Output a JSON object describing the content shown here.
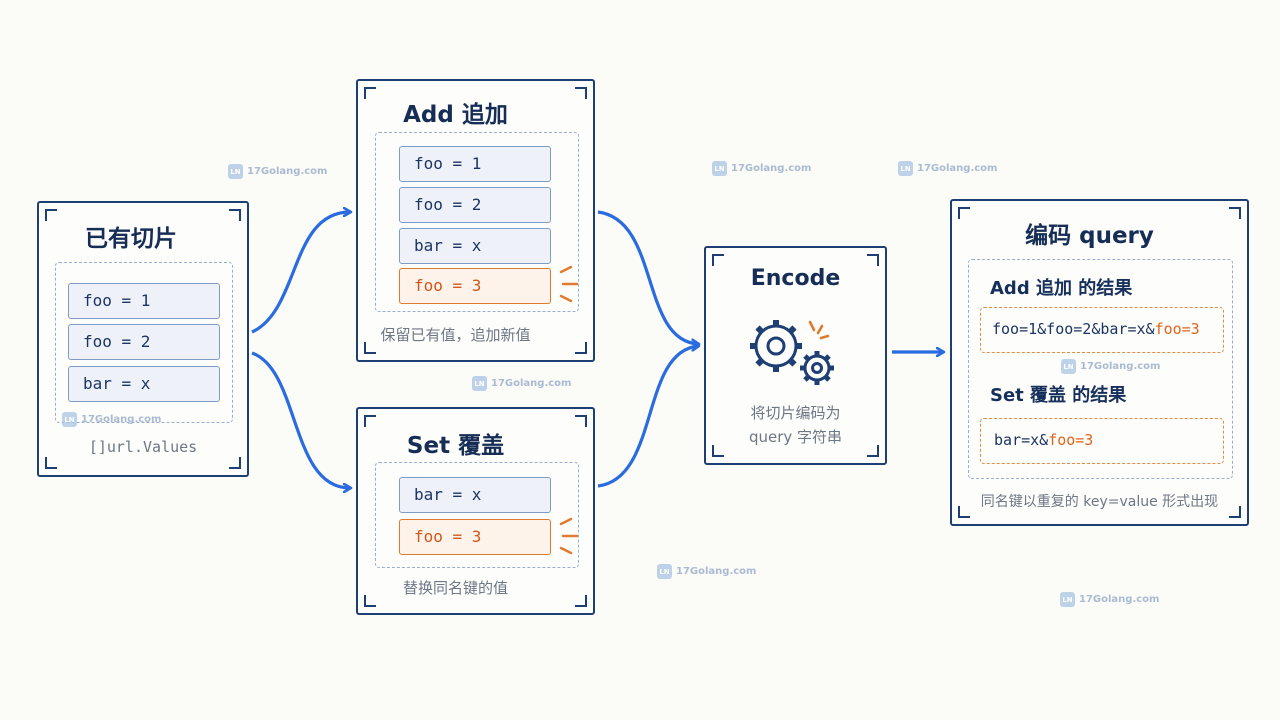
{
  "existing": {
    "title": "已有切片",
    "items": [
      "foo = 1",
      "foo = 2",
      "bar = x"
    ],
    "caption": "[]url.Values"
  },
  "add": {
    "title": "Add 追加",
    "items": [
      "foo = 1",
      "foo = 2",
      "bar = x",
      "foo = 3"
    ],
    "caption": "保留已有值，追加新值"
  },
  "set": {
    "title": "Set 覆盖",
    "items": [
      "bar = x",
      "foo = 3"
    ],
    "caption": "替换同名键的值"
  },
  "encode": {
    "title": "Encode",
    "caption_line1": "将切片编码为",
    "caption_line2": "query 字符串",
    "icon": "gears-icon"
  },
  "query": {
    "title": "编码 query",
    "add_heading": "Add 追加 的结果",
    "add_result_prefix": "foo=1&foo=2&bar=x&",
    "add_result_new": "foo=3",
    "set_heading": "Set 覆盖 的结果",
    "set_result_prefix": "bar=x&",
    "set_result_new": "foo=3",
    "caption": "同名键以重复的 key=value 形式出现"
  },
  "watermark": {
    "text": "17Golang.com",
    "logo": "LN"
  },
  "colors": {
    "navy": "#1e3f73",
    "accent_blue": "#2a6be0",
    "highlight_orange": "#e07a2f"
  }
}
